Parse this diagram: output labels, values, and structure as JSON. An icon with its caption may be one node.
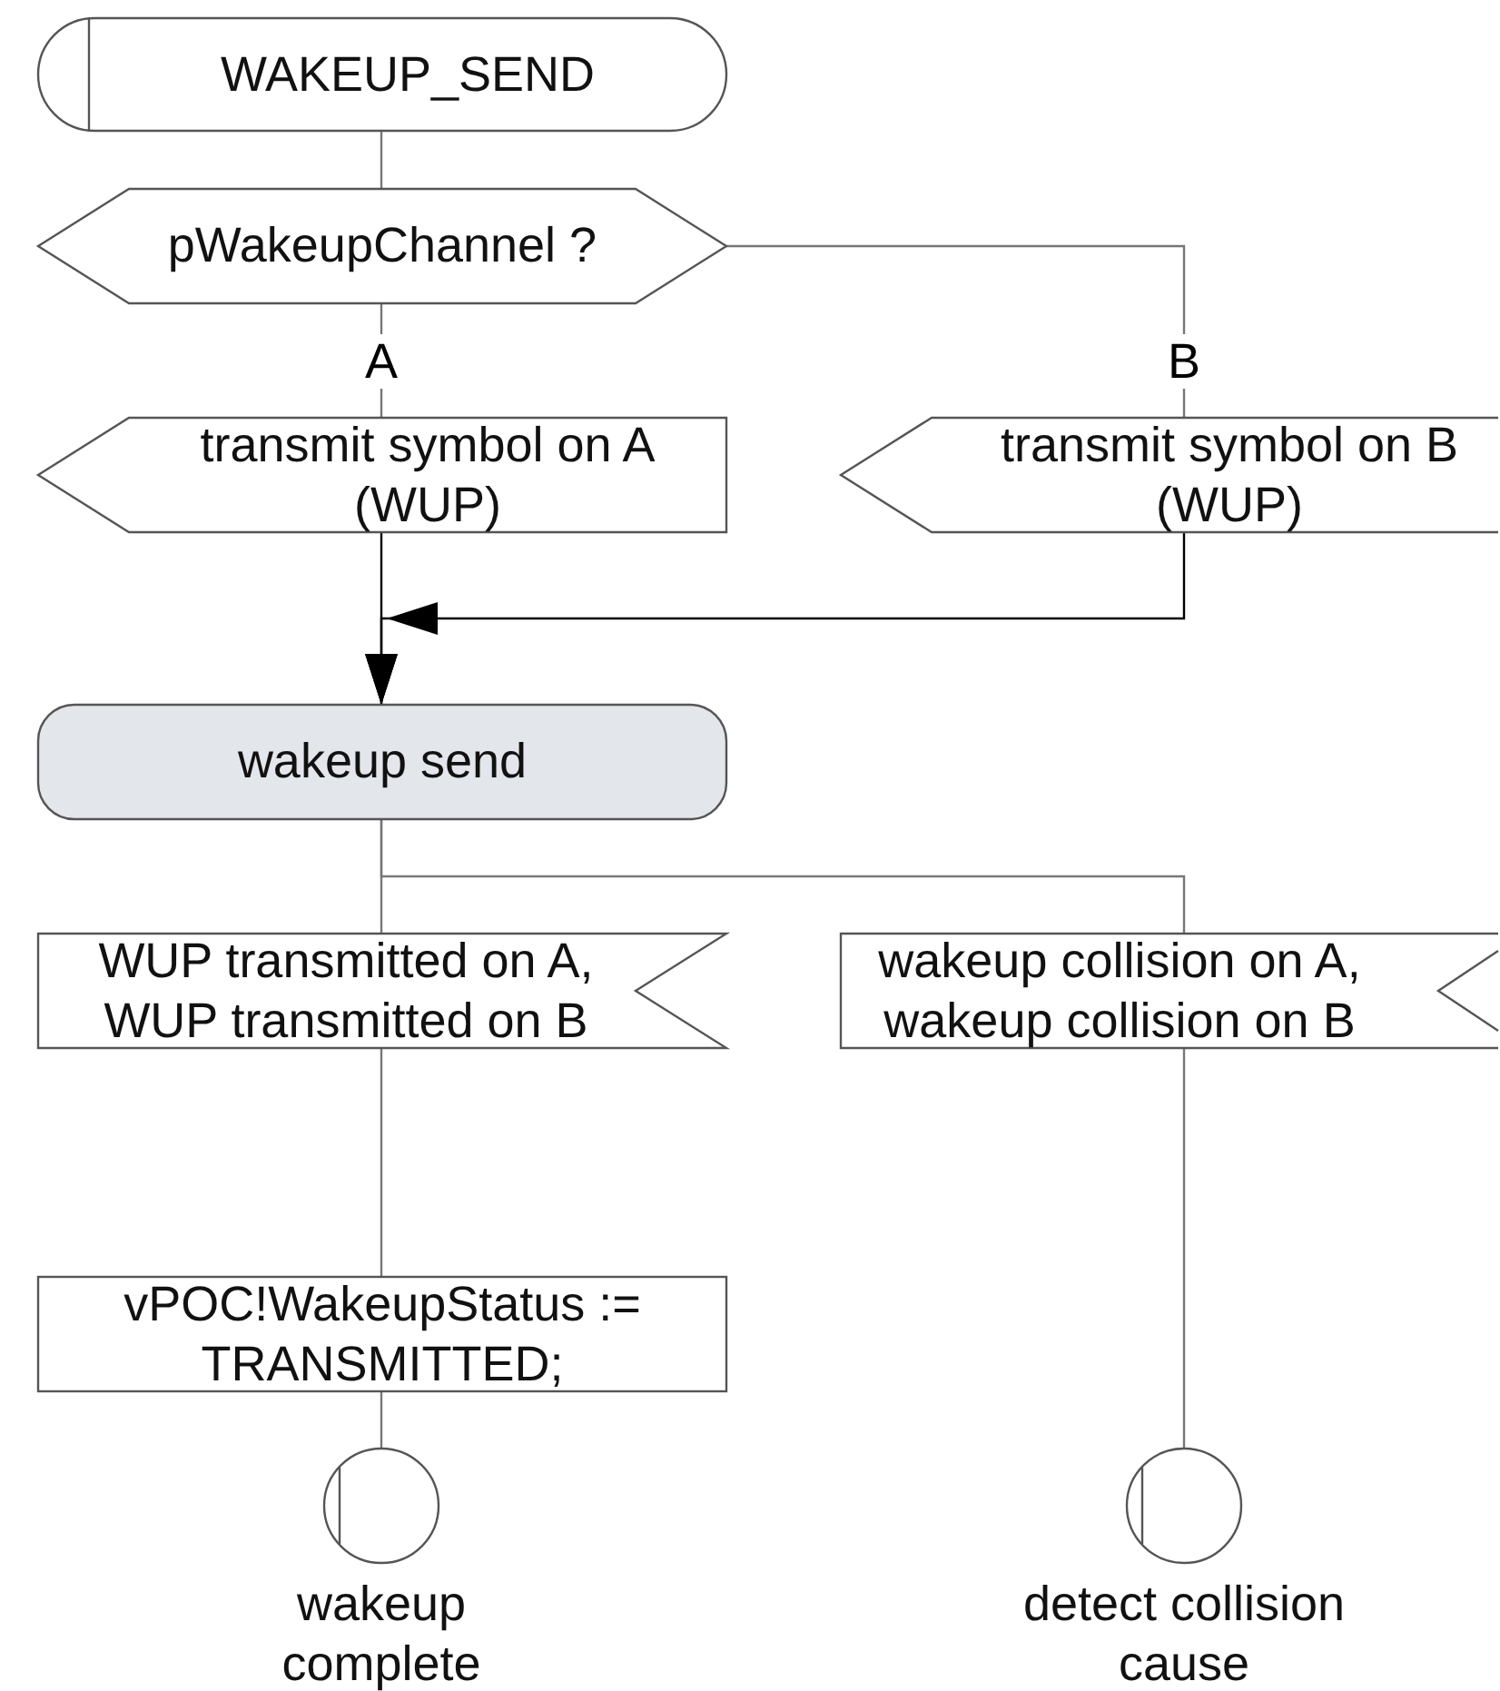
{
  "diagram": {
    "nodes": [
      {
        "text": [
          "WAKEUP_SEND"
        ]
      },
      {
        "text": [
          "pWakeupChannel ?"
        ]
      },
      {
        "text": [
          "transmit symbol on A (WUP)"
        ]
      },
      {
        "text": [
          "transmit symbol on B (WUP)"
        ]
      },
      {
        "text": [
          "wakeup send"
        ]
      },
      {
        "text": [
          "WUP transmitted on A, WUP transmitted on B"
        ]
      },
      {
        "text": [
          "wakeup collision on A, wakeup collision on B"
        ]
      },
      {
        "text": [
          "vPOC!WakeupStatus := TRANSMITTED;"
        ]
      },
      {
        "text": [
          "wakeup complete"
        ]
      },
      {
        "text": [
          "detect collision cause"
        ]
      }
    ],
    "edges": [
      {
        "from": 0,
        "to": 1,
        "arrow": "none"
      },
      {
        "from": 1,
        "to": 2,
        "label": "A",
        "arrow": "none"
      },
      {
        "from": 1,
        "to": 3,
        "label": "B",
        "arrow": "none"
      },
      {
        "from": 2,
        "to": 4,
        "arrow": "to",
        "color": "#000000"
      },
      {
        "from": 3,
        "to": 4,
        "arrow": "to",
        "color": "#000000"
      },
      {
        "from": 4,
        "to": 5,
        "arrow": "none"
      },
      {
        "from": 4,
        "to": 6,
        "arrow": "none"
      },
      {
        "from": 5,
        "to": 7,
        "arrow": "none"
      },
      {
        "from": 7,
        "to": 8,
        "arrow": "none"
      },
      {
        "from": 6,
        "to": 9,
        "arrow": "none"
      }
    ]
  }
}
